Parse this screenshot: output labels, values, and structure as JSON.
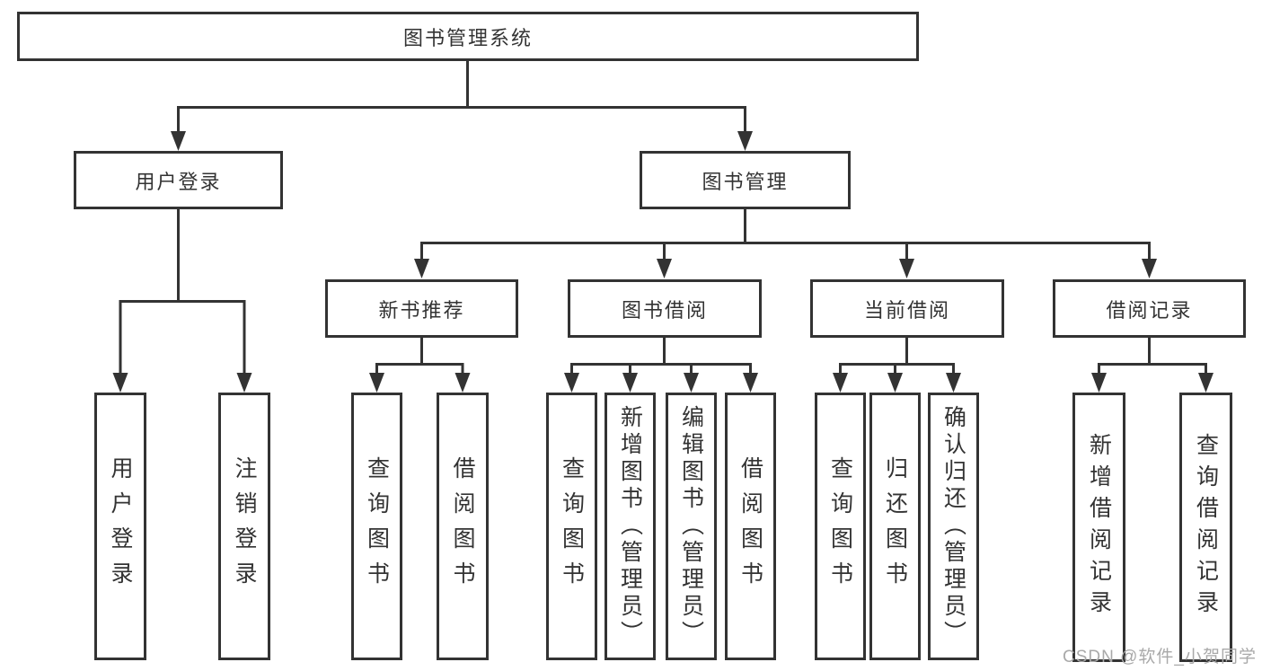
{
  "diagram_title": "图书管理系统",
  "tree": {
    "label": "图书管理系统",
    "children": [
      {
        "label": "用户登录",
        "children": [
          {
            "label": "用户登录"
          },
          {
            "label": "注销登录"
          }
        ]
      },
      {
        "label": "图书管理",
        "children": [
          {
            "label": "新书推荐",
            "children": [
              {
                "label": "查询图书"
              },
              {
                "label": "借阅图书"
              }
            ]
          },
          {
            "label": "图书借阅",
            "children": [
              {
                "label": "查询图书"
              },
              {
                "label": "新增图书（管理员）"
              },
              {
                "label": "编辑图书（管理员）"
              },
              {
                "label": "借阅图书"
              }
            ]
          },
          {
            "label": "当前借阅",
            "children": [
              {
                "label": "查询图书"
              },
              {
                "label": "归还图书"
              },
              {
                "label": "确认归还（管理员）"
              }
            ]
          },
          {
            "label": "借阅记录",
            "children": [
              {
                "label": "新增借阅记录"
              },
              {
                "label": "查询借阅记录"
              }
            ]
          }
        ]
      }
    ]
  },
  "watermark": {
    "text": "CSDN @软件_小贺同学"
  },
  "colors": {
    "line": "#333333",
    "box_border": "#333333",
    "box_fill": "#ffffff",
    "text": "#333333",
    "watermark": "#a9a9a9",
    "background": "#ffffff"
  }
}
